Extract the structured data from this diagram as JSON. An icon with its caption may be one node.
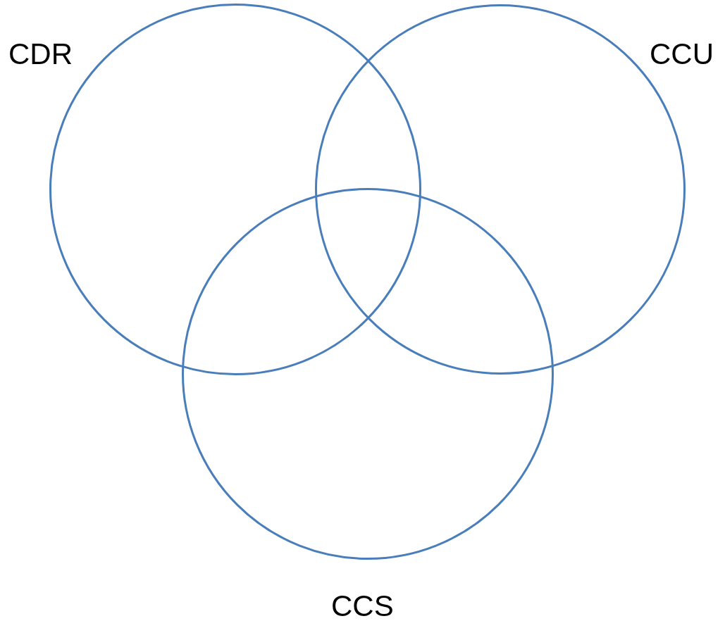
{
  "diagram": {
    "nodes": [
      {
        "text": [
          "CDR"
        ]
      },
      {
        "text": [
          "CCU"
        ]
      },
      {
        "text": [
          "CCS"
        ]
      }
    ],
    "edges": []
  }
}
